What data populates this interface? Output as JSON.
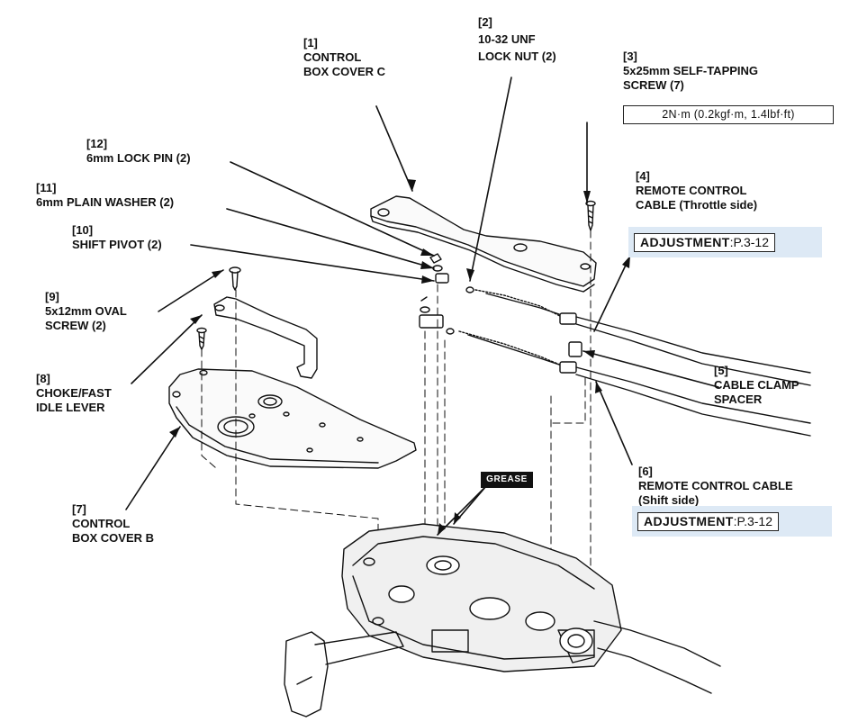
{
  "labels": [
    {
      "num": "[1]",
      "lines": [
        "CONTROL",
        "BOX COVER C"
      ]
    },
    {
      "num": "[2]",
      "lines": [
        "10-32 UNF",
        "LOCK NUT (2)"
      ]
    },
    {
      "num": "[3]",
      "lines": [
        "5x25mm SELF-TAPPING",
        "SCREW (7)"
      ]
    },
    {
      "num": "[4]",
      "lines": [
        "REMOTE CONTROL",
        "CABLE (Throttle side)"
      ]
    },
    {
      "num": "[5]",
      "lines": [
        "CABLE CLAMP",
        "SPACER"
      ]
    },
    {
      "num": "[6]",
      "lines": [
        "REMOTE CONTROL CABLE",
        "(Shift side)"
      ]
    },
    {
      "num": "[7]",
      "lines": [
        "CONTROL",
        "BOX COVER B"
      ]
    },
    {
      "num": "[8]",
      "lines": [
        "CHOKE/FAST",
        "IDLE LEVER"
      ]
    },
    {
      "num": "[9]",
      "lines": [
        "5x12mm OVAL",
        "SCREW (2)"
      ]
    },
    {
      "num": "[10]",
      "lines": [
        "SHIFT PIVOT (2)"
      ]
    },
    {
      "num": "[11]",
      "lines": [
        "6mm PLAIN WASHER (2)"
      ]
    },
    {
      "num": "[12]",
      "lines": [
        "6mm LOCK PIN (2)"
      ]
    }
  ],
  "torque": "2N·m (0.2kgf·m, 1.4lbf·ft)",
  "adjustment": [
    {
      "label": "ADJUSTMENT",
      "ref": ":P.3-12"
    },
    {
      "label": "ADJUSTMENT",
      "ref": ":P.3-12"
    }
  ],
  "grease": "GREASE"
}
